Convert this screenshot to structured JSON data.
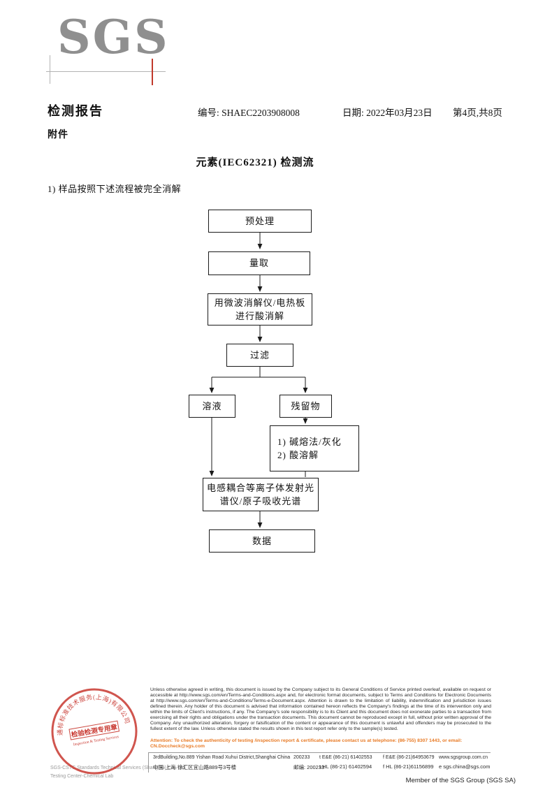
{
  "colors": {
    "seal_red": "#c8372f",
    "attention_orange": "#e87a25",
    "logo_gray": "#8f8f8f"
  },
  "logo": {
    "text": "SGS"
  },
  "header": {
    "doc_title": "检测报告",
    "report_no": "编号: SHAEC2203908008",
    "date": "日期: 2022年03月23日",
    "page_info": "第4页,共8页",
    "attachment": "附件"
  },
  "section": {
    "title": "元素(IEC62321) 检测流",
    "intro": "1) 样品按照下述流程被完全消解"
  },
  "flowchart": {
    "nodes": [
      {
        "id": "pretreatment",
        "label": "预处理"
      },
      {
        "id": "measure",
        "label": "量取"
      },
      {
        "id": "acid-digestion",
        "label": "用微波消解仪/电热板\n进行酸消解"
      },
      {
        "id": "filter",
        "label": "过滤"
      },
      {
        "id": "solution",
        "label": "溶液"
      },
      {
        "id": "residue",
        "label": "残留物"
      },
      {
        "id": "alkali-fusion",
        "label": "1) 碱熔法/灰化\n2) 酸溶解"
      },
      {
        "id": "spectrometer",
        "label": "电感耦合等离子体发射光\n谱仪/原子吸收光谱"
      },
      {
        "id": "data",
        "label": "数据"
      }
    ]
  },
  "stamp": {
    "arc_text": "通标标准技术服务(上海)有限公司",
    "center_text": "检验检测专用章",
    "sub_text": "Inspection & Testing Services"
  },
  "footer": {
    "company_line1": "SGS-CSTC Standards Technical Services (Shanghai) Co., Ltd.",
    "company_line2": "Testing Center-Chemical Lab",
    "disclaimer": "Unless otherwise agreed in writing, this document is issued by the Company subject to its General Conditions of Service printed overleaf, available on request or accessible at http://www.sgs.com/en/Terms-and-Conditions.aspx and, for electronic format documents, subject to Terms and Conditions for Electronic Documents at http://www.sgs.com/en/Terms-and-Conditions/Terms-e-Document.aspx. Attention is drawn to the limitation of liability, indemnification and jurisdiction issues defined therein. Any holder of this document is advised that information contained hereon reflects the Company's findings at the time of its intervention only and within the limits of Client's instructions, if any. The Company's sole responsibility is to its Client and this document does not exonerate parties to a transaction from exercising all their rights and obligations under the transaction documents. This document cannot be reproduced except in full, without prior written approval of the Company. Any unauthorized alteration, forgery or falsification of the content or appearance of this document is unlawful and offenders may be prosecuted to the fullest extent of the law. Unless otherwise stated the results shown in this test report refer only to the sample(s) tested.",
    "attention": "Attention: To check the authenticity of testing /inspection report & certificate, please contact us at telephone: (86-755) 8307 1443, or email: CN.Doccheck@sgs.com",
    "address_rows": [
      {
        "address": "3rdBuilding,No.889 Yishan Road Xuhui District,Shanghai China",
        "post": "200233",
        "tel": "t E&E (86-21) 61402553",
        "fax": "f E&E (86-21)64953679",
        "contact": "www.sgsgroup.com.cn"
      },
      {
        "address": "中国·上海·徐汇区宜山路889号3号楼",
        "post": "邮编: 200233",
        "tel": "t HL (86-21) 61402594",
        "fax": "f HL (86-21)61156899",
        "contact": "e sgs.china@sgs.com"
      }
    ],
    "member": "Member of the SGS Group (SGS SA)"
  }
}
